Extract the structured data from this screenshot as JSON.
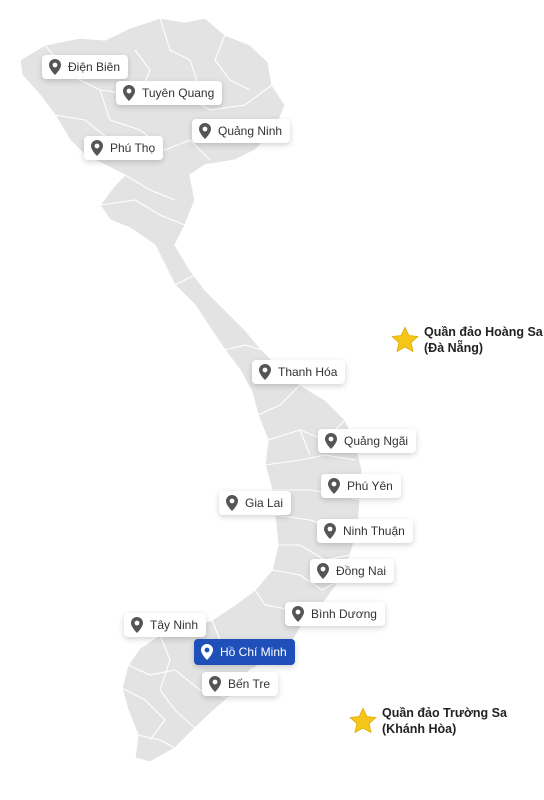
{
  "colors": {
    "land": "#e3e3e3",
    "border": "#ffffff",
    "pin_icon": "#555555",
    "active_bg": "#1f4fb8",
    "star": "#f5c518"
  },
  "provinces": [
    {
      "id": "dien-bien",
      "label": "Điện Biên"
    },
    {
      "id": "tuyen-quang",
      "label": "Tuyên Quang"
    },
    {
      "id": "quang-ninh",
      "label": "Quảng Ninh"
    },
    {
      "id": "phu-tho",
      "label": "Phú Thọ"
    },
    {
      "id": "thanh-hoa",
      "label": "Thanh Hóa"
    },
    {
      "id": "quang-ngai",
      "label": "Quảng Ngãi"
    },
    {
      "id": "phu-yen",
      "label": "Phú Yên"
    },
    {
      "id": "gia-lai",
      "label": "Gia Lai"
    },
    {
      "id": "ninh-thuan",
      "label": "Ninh Thuận"
    },
    {
      "id": "dong-nai",
      "label": "Đồng Nai"
    },
    {
      "id": "binh-duong",
      "label": "Bình Dương"
    },
    {
      "id": "tay-ninh",
      "label": "Tây Ninh"
    },
    {
      "id": "ho-chi-minh",
      "label": "Hồ Chí Minh",
      "active": true
    },
    {
      "id": "ben-tre",
      "label": "Bến Tre"
    }
  ],
  "islands": [
    {
      "id": "hoang-sa",
      "line1": "Quần đảo Hoàng Sa",
      "line2": "(Đà Nẵng)"
    },
    {
      "id": "truong-sa",
      "line1": "Quần đảo Trường Sa",
      "line2": "(Khánh Hòa)"
    }
  ]
}
